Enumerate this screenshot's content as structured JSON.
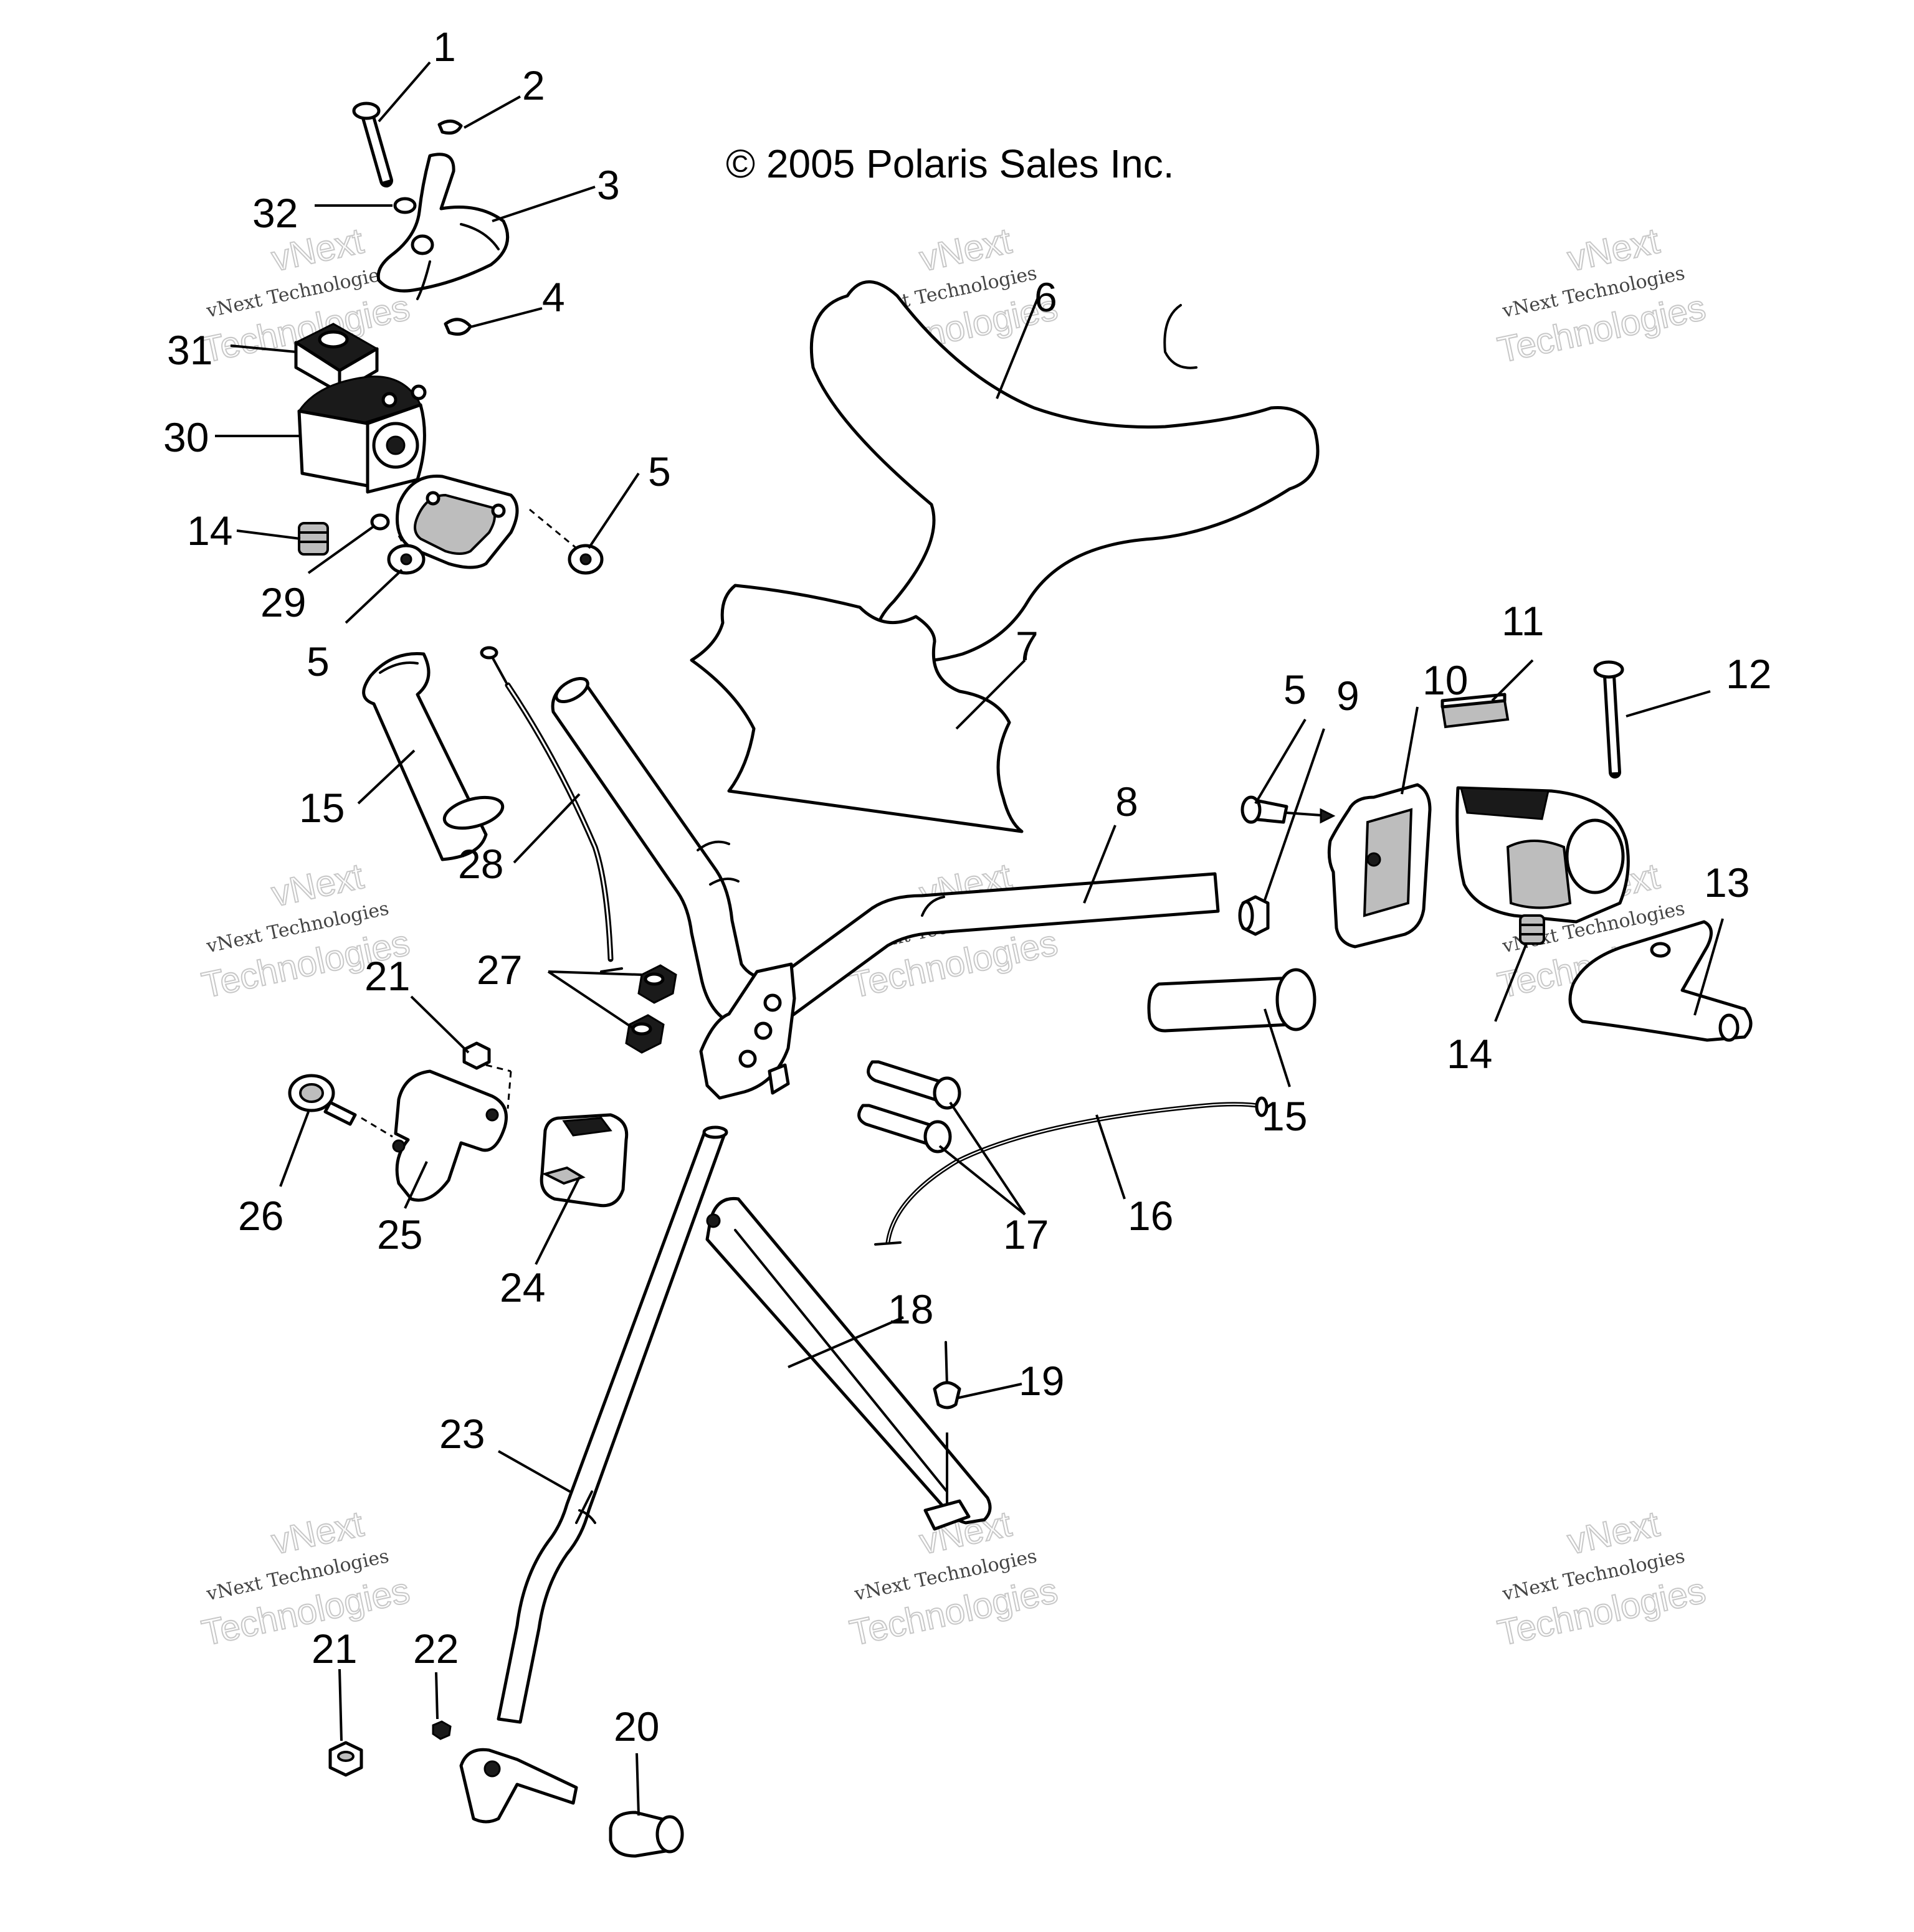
{
  "copyright": "© 2005 Polaris Sales Inc.",
  "watermark": {
    "brand": "vNext",
    "line": "vNext Technologies",
    "word": "Technologies"
  },
  "callouts": {
    "c1": "1",
    "c2": "2",
    "c3": "3",
    "c4": "4",
    "c5a": "5",
    "c5b": "5",
    "c5c": "5",
    "c6": "6",
    "c7": "7",
    "c8": "8",
    "c9": "9",
    "c10": "10",
    "c11": "11",
    "c12": "12",
    "c13": "13",
    "c14a": "14",
    "c14b": "14",
    "c15a": "15",
    "c15b": "15",
    "c16": "16",
    "c17": "17",
    "c18": "18",
    "c19": "19",
    "c20": "20",
    "c21a": "21",
    "c21b": "21",
    "c22": "22",
    "c23": "23",
    "c24": "24",
    "c25": "25",
    "c26": "26",
    "c27": "27",
    "c28": "28",
    "c29": "29",
    "c30": "30",
    "c31": "31",
    "c32": "32"
  }
}
